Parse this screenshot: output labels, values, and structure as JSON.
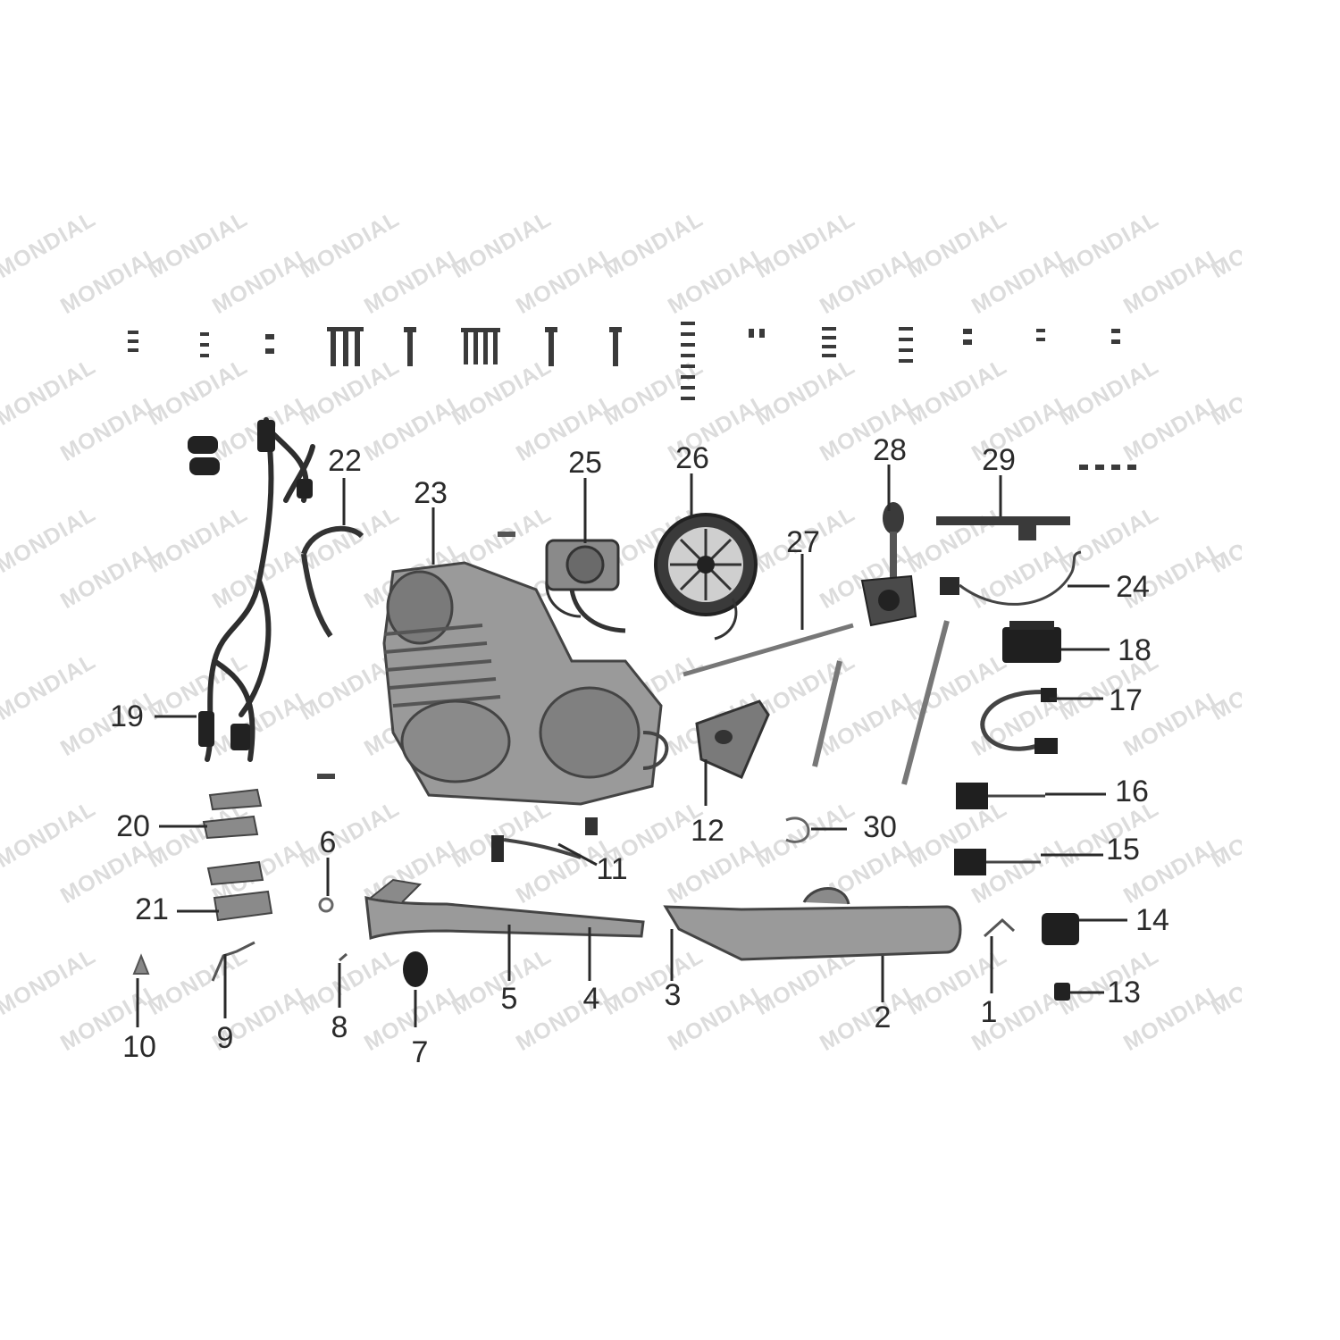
{
  "watermark": "MONDIAL",
  "colors": {
    "ink": "#2a2a2a",
    "part_fill": "#9a9a9a",
    "part_dark": "#3a3a3a",
    "watermark": "#dcdcdc"
  },
  "callouts": [
    "1",
    "2",
    "3",
    "4",
    "5",
    "6",
    "7",
    "8",
    "9",
    "10",
    "11",
    "12",
    "13",
    "14",
    "15",
    "16",
    "17",
    "18",
    "19",
    "20",
    "21",
    "22",
    "23",
    "24",
    "25",
    "26",
    "27",
    "28",
    "29",
    "30"
  ]
}
